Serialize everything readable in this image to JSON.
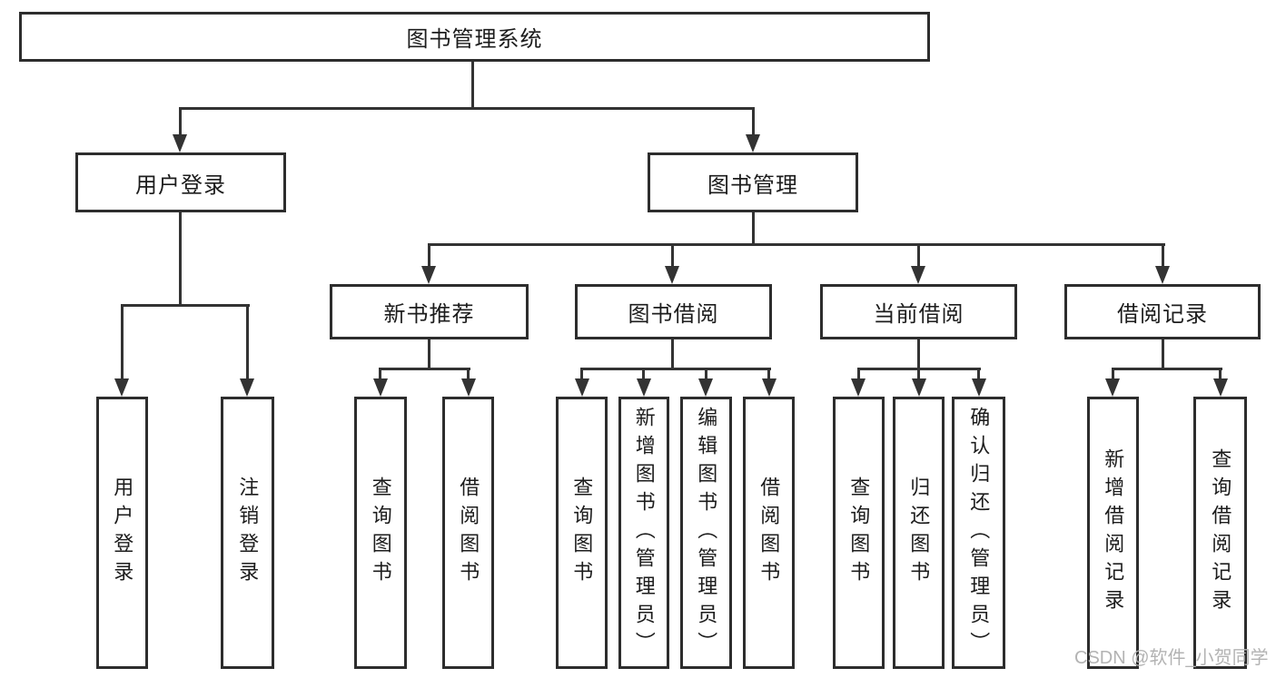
{
  "diagram": {
    "root": "图书管理系统",
    "children": [
      {
        "label": "用户登录",
        "children": [
          {
            "label": "用户登录"
          },
          {
            "label": "注销登录"
          }
        ]
      },
      {
        "label": "图书管理",
        "children": [
          {
            "label": "新书推荐",
            "children": [
              {
                "label": "查询图书"
              },
              {
                "label": "借阅图书"
              }
            ]
          },
          {
            "label": "图书借阅",
            "children": [
              {
                "label": "查询图书"
              },
              {
                "label": "新增图书（管理员）"
              },
              {
                "label": "编辑图书（管理员）"
              },
              {
                "label": "借阅图书"
              }
            ]
          },
          {
            "label": "当前借阅",
            "children": [
              {
                "label": "查询图书"
              },
              {
                "label": "归还图书"
              },
              {
                "label": "确认归还（管理员）"
              }
            ]
          },
          {
            "label": "借阅记录",
            "children": [
              {
                "label": "新增借阅记录"
              },
              {
                "label": "查询借阅记录"
              }
            ]
          }
        ]
      }
    ]
  },
  "watermark": {
    "text": "CSDN @软件_小贺同学"
  },
  "colors": {
    "line": "#333333",
    "border": "#2d2d2d",
    "text": "#1c1c1c",
    "watermark": "#b3b3b3",
    "background": "#ffffff"
  }
}
